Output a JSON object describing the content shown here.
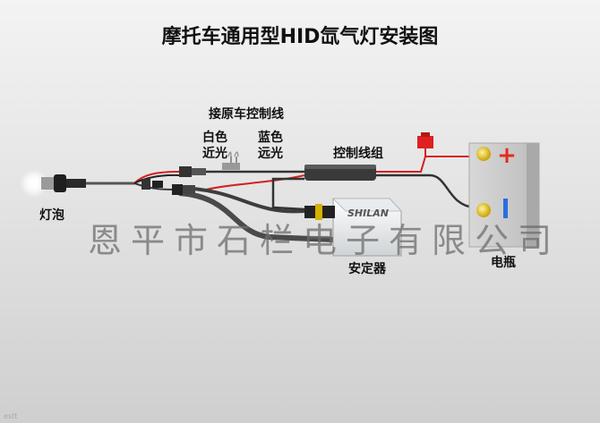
{
  "title": "摩托车通用型HID氙气灯安装图",
  "labels": {
    "connect_original": "接原车控制线",
    "white_color": "白色",
    "near_light": "近光",
    "blue_color": "蓝色",
    "far_light": "远光",
    "control_group": "控制线组",
    "bulb": "灯泡",
    "ballast": "安定器",
    "battery": "电瓶"
  },
  "ballast_brand": "SHILAN",
  "battery_terminals": {
    "positive": "+",
    "negative": "−"
  },
  "watermark": "恩平市石栏电子有限公司",
  "footer": "estt",
  "colors": {
    "positive": "#e52a1e",
    "negative": "#2a6ee0",
    "fuse": "#e02020",
    "wire_red": "#d42020",
    "wire_dark": "#3a3a3a"
  },
  "icons": {
    "bulb": "hid-bulb-icon",
    "ballast": "ballast-box-icon",
    "battery": "battery-icon",
    "fuse": "fuse-icon",
    "relay": "relay-harness-icon",
    "connector": "connector-icon"
  }
}
